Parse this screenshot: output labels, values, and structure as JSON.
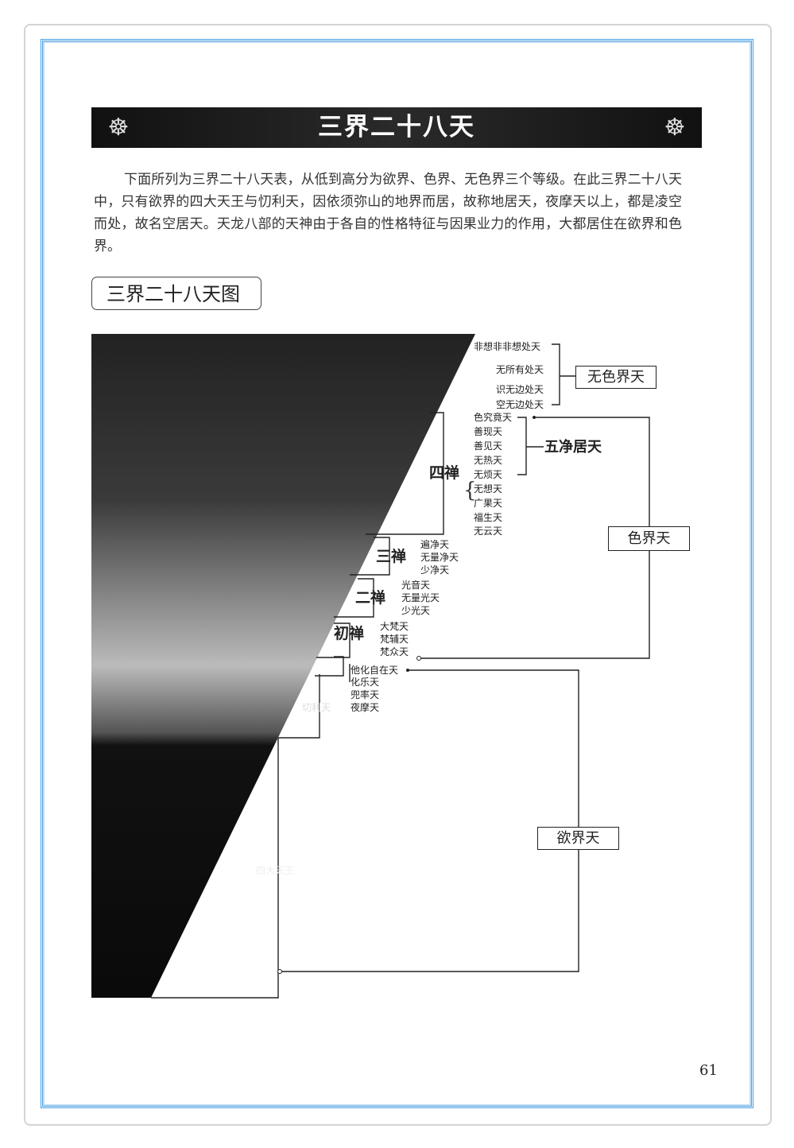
{
  "title": "三界二十八天",
  "paragraph": "下面所列为三界二十八天表，从低到高分为欲界、色界、无色界三个等级。在此三界二十八天中，只有欲界的四大天王与忉利天，因依须弥山的地界而居，故称地居天，夜摩天以上，都是凌空而处，故名空居天。天龙八部的天神由于各自的性格特征与因果业力的作用，大都居住在欲界和色界。",
  "subtitle": "三界二十八天图",
  "diagram": {
    "formless": {
      "label": "无色界天",
      "heavens": [
        "非想非非想处天",
        "无所有处天",
        "识无边处天",
        "空无边处天"
      ]
    },
    "form": {
      "label": "色界天",
      "pure_abodes_label": "五净居天",
      "fourth": {
        "label": "四禅",
        "heavens": [
          "色究竟天",
          "善现天",
          "善见天",
          "无热天",
          "无烦天",
          "无想天",
          "广果天",
          "福生天",
          "无云天"
        ]
      },
      "third": {
        "label": "三禅",
        "heavens": [
          "遍净天",
          "无量净天",
          "少净天"
        ]
      },
      "second": {
        "label": "二禅",
        "heavens": [
          "光音天",
          "无量光天",
          "少光天"
        ]
      },
      "first": {
        "label": "初禅",
        "heavens": [
          "大梵天",
          "梵辅天",
          "梵众天"
        ]
      }
    },
    "desire": {
      "label": "欲界天",
      "heavens": [
        "他化自在天",
        "化乐天",
        "兜率天",
        "夜摩天"
      ],
      "trayastrimsa": "切利天",
      "four_kings": "四大天王"
    }
  },
  "page_number": "61"
}
